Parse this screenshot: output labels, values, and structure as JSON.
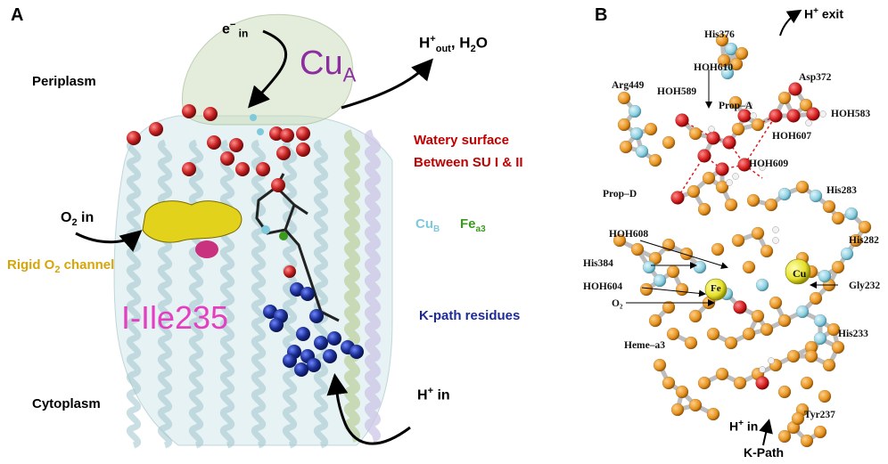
{
  "panel_a": {
    "label": "A",
    "e_in": {
      "main": "e",
      "sup": "−",
      "sub": " in"
    },
    "cu_a": {
      "main": "Cu",
      "sub": "A"
    },
    "h_out": {
      "main": "H",
      "sup": "+",
      "sub": "out",
      "rest": ", H",
      "sub2": "2",
      "rest2": "O"
    },
    "periplasm": "Periplasm",
    "watery_line1": "Watery surface",
    "watery_line2": "Between SU I & II",
    "o2_in": {
      "main": "O",
      "sub": "2",
      "rest": " in"
    },
    "rigid_channel": {
      "main": "Rigid O",
      "sub": "2",
      "rest": " channel"
    },
    "cu_b": {
      "main": "Cu",
      "sub": "B"
    },
    "fe_a3": {
      "main": "Fe",
      "sub": "a3"
    },
    "ile": "I-Ile235",
    "k_path": "K-path residues",
    "cytoplasm": "Cytoplasm",
    "h_in": {
      "main": "H",
      "sup": "+",
      "rest": " in"
    },
    "colors": {
      "cu_a": "#8b2fa0",
      "watery": "#c00000",
      "rigid": "#d4a60a",
      "cu_b": "#7fc9dc",
      "fe_a3": "#3a9a1c",
      "ile": "#e53fc1",
      "k_path": "#1d2a9a",
      "protein": "#a9cfd6",
      "oxygen": "#c72222",
      "k_spheres": "#1c2f95",
      "channel": "#e3d21c"
    }
  },
  "panel_b": {
    "label": "B",
    "h_exit": {
      "main": "H",
      "sup": "+",
      "rest": " exit"
    },
    "h_in": {
      "main": "H",
      "sup": "+",
      "rest": " in"
    },
    "labels": {
      "his376": "His376",
      "hoh610": "HOH610",
      "arg449": "Arg449",
      "hoh589": "HOH589",
      "asp372": "Asp372",
      "propA": "Prop–A",
      "hoh583": "HOH583",
      "hoh607": "HOH607",
      "hoh609": "HOH609",
      "propD": "Prop–D",
      "his283": "His283",
      "hoh608": "HOH608",
      "his282": "His282",
      "his384": "His384",
      "hoh604": "HOH604",
      "gly232": "Gly232",
      "o2": "O₂",
      "hemea3": "Heme–a3",
      "his233": "His233",
      "tyr237": "Tyr237",
      "kpath": "K-Path",
      "fe": "Fe",
      "cu": "Cu"
    },
    "colors": {
      "carbon": "#e6931f",
      "nitrogen": "#8ecfe0",
      "oxygen": "#d11a1a",
      "hydrogen": "#f2f2f2",
      "bond": "#bdbdbd",
      "metal": "#e4e02a",
      "hbond": "#e01b1b"
    }
  }
}
